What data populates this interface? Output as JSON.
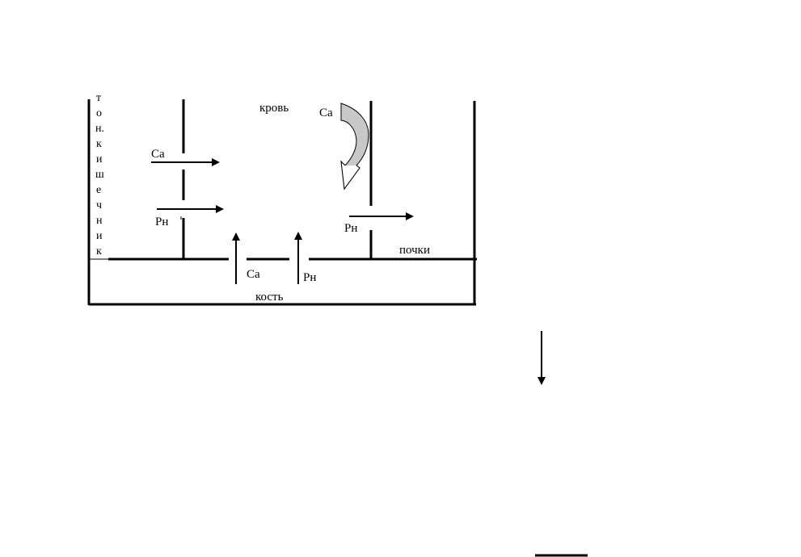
{
  "diagram": {
    "intestine_letters": [
      "т",
      "о",
      "н.",
      "к",
      "и",
      "ш",
      "е",
      "ч",
      "н",
      "и",
      "к"
    ],
    "blood_label": "кровь",
    "kidneys_label": "почки",
    "bone_label": "кость",
    "ca_intestine": "Ca",
    "pn_intestine": "Рн",
    "ca_bone": "Ca",
    "pn_bone": "Рн",
    "ca_kidney": "Ca",
    "pn_kidney": "Рн"
  },
  "colors": {
    "line": "#000000",
    "shaded_arrow": "#c8c8c8"
  }
}
